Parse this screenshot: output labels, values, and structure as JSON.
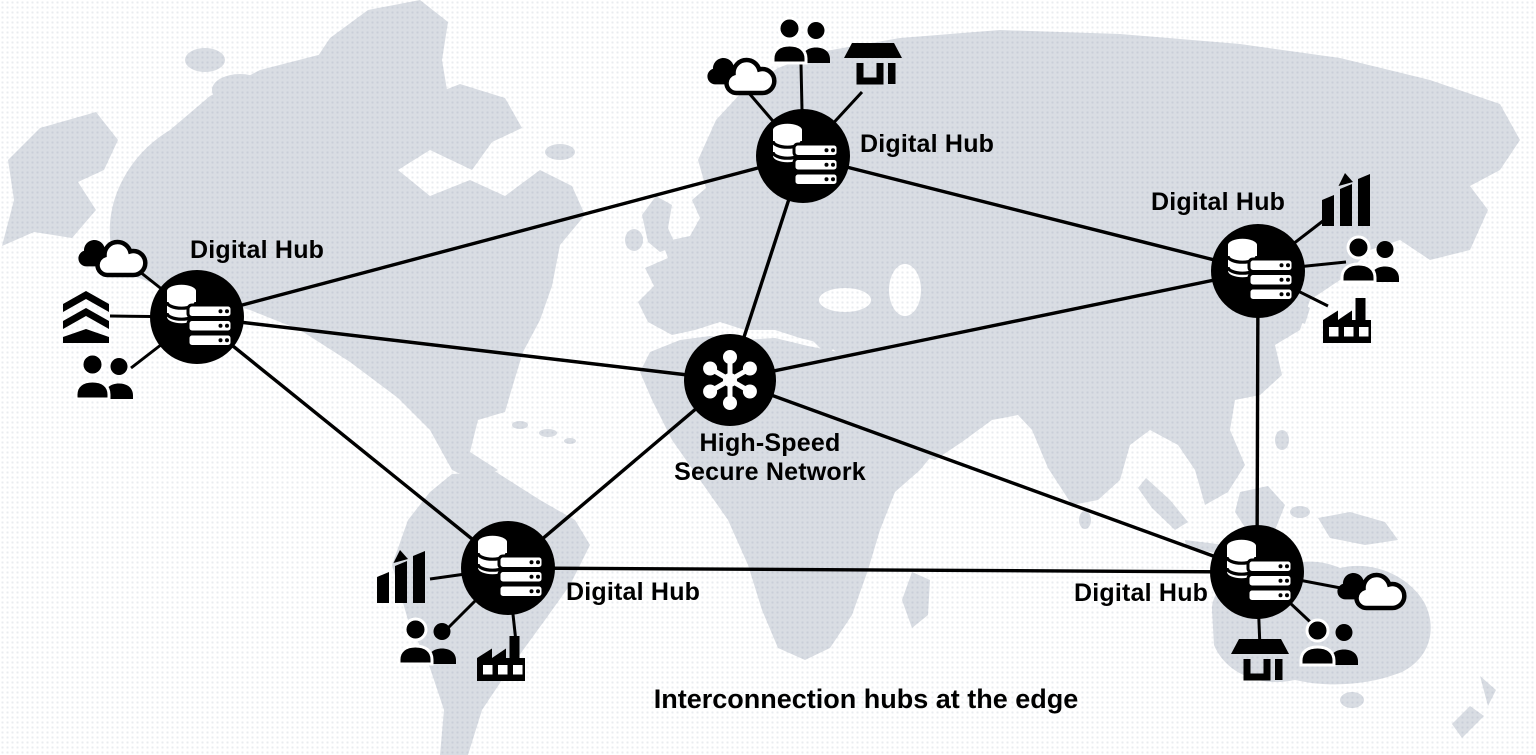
{
  "diagram": {
    "caption": "Interconnection hubs at the edge",
    "center_node": {
      "label_line1": "High-Speed",
      "label_line2": "Secure Network",
      "icon": "network-hub"
    },
    "hubs": [
      {
        "position": "north",
        "label": "Digital Hub",
        "icon": "database-server",
        "satellites": [
          "cloud",
          "users",
          "store"
        ]
      },
      {
        "position": "west",
        "label": "Digital Hub",
        "icon": "database-server",
        "satellites": [
          "cloud",
          "stack-layers",
          "users"
        ]
      },
      {
        "position": "east",
        "label": "Digital Hub",
        "icon": "database-server",
        "satellites": [
          "growth-bars",
          "users",
          "factory"
        ]
      },
      {
        "position": "south-west",
        "label": "Digital Hub",
        "icon": "database-server",
        "satellites": [
          "growth-bars",
          "users",
          "factory"
        ]
      },
      {
        "position": "south-east",
        "label": "Digital Hub",
        "icon": "database-server",
        "satellites": [
          "cloud",
          "users",
          "store"
        ]
      }
    ],
    "connections": [
      {
        "from": "center",
        "to": "north"
      },
      {
        "from": "center",
        "to": "west"
      },
      {
        "from": "center",
        "to": "east"
      },
      {
        "from": "center",
        "to": "south-west"
      },
      {
        "from": "center",
        "to": "south-east"
      },
      {
        "from": "north",
        "to": "west"
      },
      {
        "from": "north",
        "to": "east"
      },
      {
        "from": "west",
        "to": "south-west"
      },
      {
        "from": "south-west",
        "to": "south-east"
      },
      {
        "from": "south-east",
        "to": "east"
      }
    ],
    "colors": {
      "node_fill": "#000000",
      "node_glyph": "#ffffff",
      "line": "#000000",
      "map_land": "#d9dde3",
      "background": "#ffffff",
      "text": "#000000"
    }
  }
}
